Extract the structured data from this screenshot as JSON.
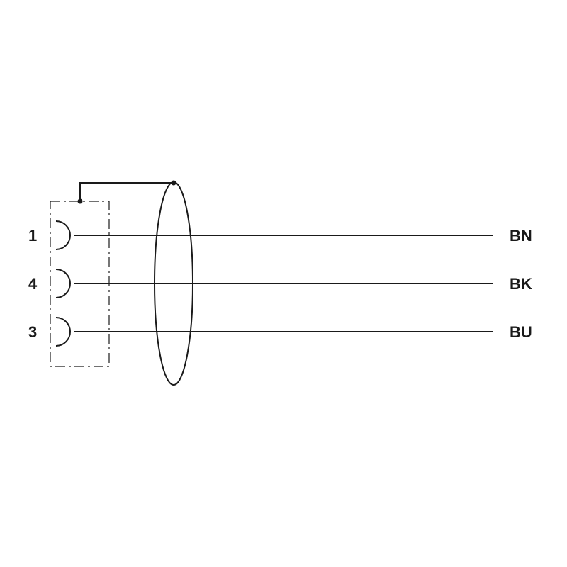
{
  "pins": [
    {
      "number": "1",
      "wire_color": "BN"
    },
    {
      "number": "4",
      "wire_color": "BK"
    },
    {
      "number": "3",
      "wire_color": "BU"
    }
  ],
  "colors": {
    "line": "#1a1a1a",
    "background": "#ffffff"
  }
}
